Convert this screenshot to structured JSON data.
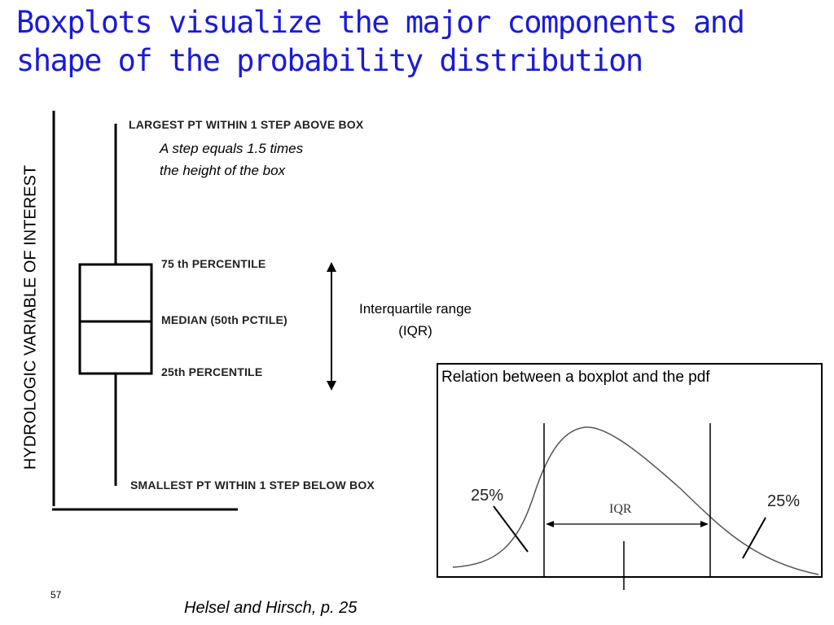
{
  "slide": {
    "title_line1": "Boxplots visualize the major components and",
    "title_line2": "shape of the probability distribution",
    "page_number": "57",
    "citation": "Helsel and Hirsch, p. 25"
  },
  "boxplot": {
    "y_axis_label": "HYDROLOGIC VARIABLE OF INTEREST",
    "labels": {
      "largest": "LARGEST PT WITHIN 1 STEP ABOVE BOX",
      "p75": "75 th PERCENTILE",
      "median": "MEDIAN (50th PCTILE)",
      "p25": "25th PERCENTILE",
      "smallest": "SMALLEST PT WITHIN 1 STEP BELOW BOX"
    },
    "step_note_line1": "A step equals 1.5 times",
    "step_note_line2": "the height of the box",
    "iqr_line1": "Interquartile range",
    "iqr_line2": "(IQR)"
  },
  "pdf_panel": {
    "title": "Relation between a boxplot and the pdf",
    "left_tail": "25%",
    "right_tail": "25%",
    "iqr": "IQR"
  },
  "colors": {
    "title": "#1a1adb",
    "ink": "#000000"
  }
}
